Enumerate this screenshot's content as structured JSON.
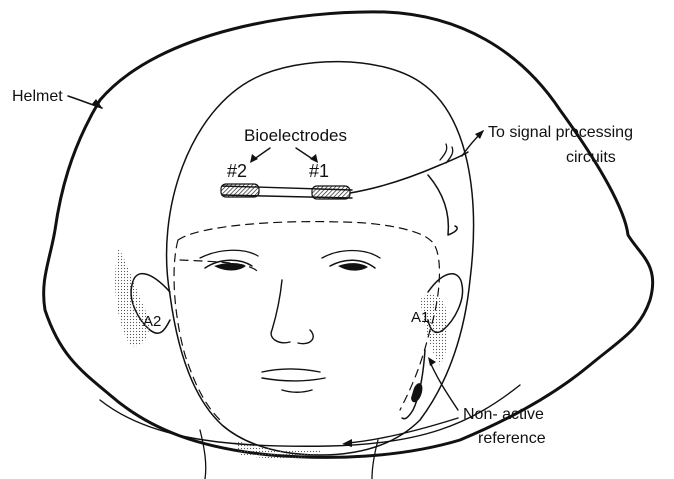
{
  "labels": {
    "helmet": "Helmet",
    "bioelectrodes": "Bioelectrodes",
    "electrode_2": "#2",
    "electrode_1": "#1",
    "signal_line1": "To signal processing",
    "signal_line2": "circuits",
    "ear_left": "A2",
    "ear_right": "A1",
    "nonactive_line1": "Non- active",
    "nonactive_line2": "reference"
  }
}
